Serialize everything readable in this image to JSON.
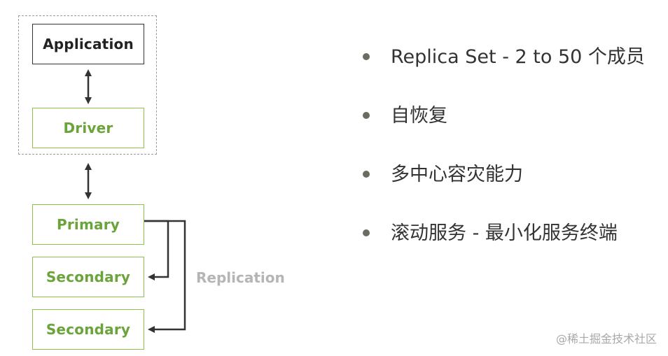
{
  "diagram": {
    "application_label": "Application",
    "driver_label": "Driver",
    "primary_label": "Primary",
    "secondary_labels": [
      "Secondary",
      "Secondary"
    ],
    "replication_label": "Replication"
  },
  "bullets": [
    "Replica Set - 2 to 50 个成员",
    "自恢复",
    "多中心容灾能力",
    "滚动服务 - 最小化服务终端"
  ],
  "watermark": "@稀土掘金技术社区",
  "colors": {
    "node_green": "#8bc34a",
    "node_text_green": "#6aa43a",
    "arrow": "#333333",
    "label_gray": "#b5b5b5"
  }
}
